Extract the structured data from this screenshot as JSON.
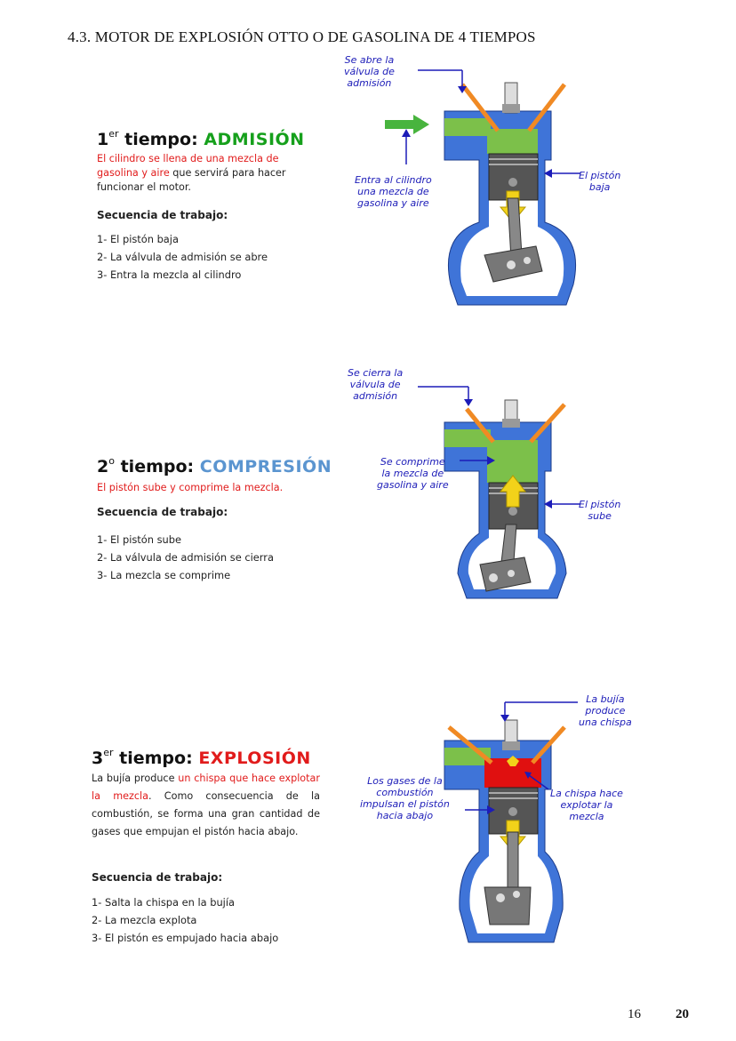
{
  "page": {
    "title": "4.3. MOTOR DE EXPLOSIÓN  OTTO O DE GASOLINA  DE 4 TIEMPOS",
    "page_number": "16",
    "page_number_right": "20"
  },
  "colors": {
    "cylinder_blue": "#3f74d8",
    "mixture_green": "#7cc04a",
    "explosion_red": "#e01010",
    "arrow_yellow": "#f2d21a",
    "valve_orange": "#f08a24",
    "annotation_blue": "#1c1cb8"
  },
  "strokes": [
    {
      "number": "1",
      "ordinal_sup": "er",
      "label_word": "tiempo:",
      "keyword": "ADMISIÓN",
      "description_red": "El cilindro se llena de una mezcla de gasolina y aire",
      "description_rest": " que servirá para hacer funcionar el motor.",
      "sequence_title": "Secuencia de trabajo:",
      "steps": [
        "1- El pistón baja",
        "2- La válvula de admisión se abre",
        "3- Entra la mezcla al cilindro"
      ],
      "annotations": {
        "valve": "Se abre la\nválvula de\nadmisión",
        "mixture": "Entra al cilindro\nuna mezcla de\ngasolina y aire",
        "piston": "El pistón\nbaja"
      }
    },
    {
      "number": "2",
      "ordinal_sup": "o",
      "label_word": "tiempo:",
      "keyword": "COMPRESIÓN",
      "description_red": "El pistón sube y comprime la mezcla.",
      "description_rest": "",
      "sequence_title": "Secuencia de trabajo:",
      "steps": [
        "1- El pistón sube",
        "2- La válvula de admisión se cierra",
        "3- La mezcla se comprime"
      ],
      "annotations": {
        "valve": "Se cierra la\nválvula de\nadmisión",
        "mixture": "Se comprime\nla mezcla de\ngasolina y aire",
        "piston": "El pistón\nsube"
      }
    },
    {
      "number": "3",
      "ordinal_sup": "er",
      "label_word": "tiempo:",
      "keyword": "EXPLOSIÓN",
      "description_start": "La bujía produce ",
      "description_red": "un chispa que hace explotar la mezcla",
      "description_rest": ". Como consecuencia de la combustión, se forma una gran cantidad de gases que empujan el pistón hacia abajo.",
      "sequence_title": "Secuencia de trabajo:",
      "steps": [
        "1- Salta la chispa en la bujía",
        "2- La mezcla explota",
        "3- El pistón es empujado hacia abajo"
      ],
      "annotations": {
        "plug": "La bujía\nproduce\nuna chispa",
        "gases": "Los gases de la\ncombustión\nimpulsan el pistón\nhacia abajo",
        "spark": "La chispa hace\nexplotar la\nmezcla"
      }
    }
  ]
}
